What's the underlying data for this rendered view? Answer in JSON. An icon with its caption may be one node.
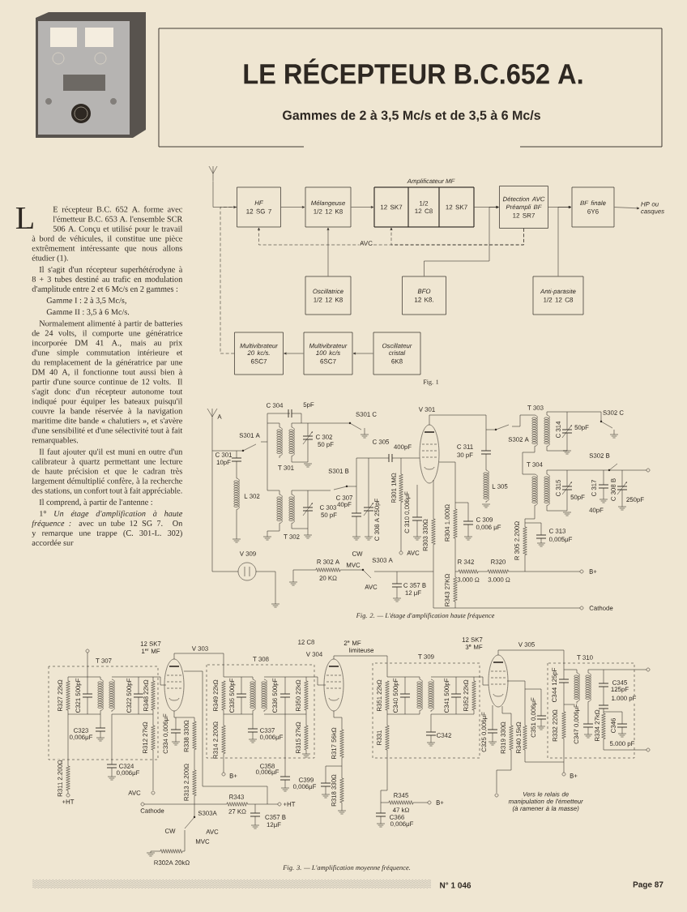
{
  "diagram": {
    "title": "LE RÉCEPTEUR B.C.652 A.",
    "nodes": [
      {
        "text": [],
        "shape": "antenna"
      },
      {
        "text": [
          "HF",
          "12 SG 7"
        ]
      },
      {
        "text": [
          "Mélangeuse",
          "1/2 12 K8"
        ]
      },
      {
        "text": [
          "Amplificateur MF"
        ]
      },
      {
        "text": [
          "12 SK7"
        ],
        "in": 3
      },
      {
        "text": [
          "1/2 12 C8"
        ],
        "in": 3
      },
      {
        "text": [
          "12 SK7"
        ],
        "in": 3
      },
      {
        "text": [
          "Détection AVC",
          "Préampli BF",
          "12 SR7"
        ]
      },
      {
        "text": [
          "BF finale",
          "6Y6"
        ]
      },
      {
        "text": [
          "HP ou casques"
        ]
      },
      {
        "text": [
          "Oscillatrice",
          "1/2 12 K8"
        ]
      },
      {
        "text": [
          "BFO",
          "12 K8."
        ]
      },
      {
        "text": [
          "Anti-parasite",
          "1/2 12 C8"
        ]
      },
      {
        "text": [
          "Multivibrateur 20 kc/s.",
          "6SC7"
        ]
      },
      {
        "text": [
          "Multivibrateur 100 kc/s",
          "6SC7"
        ]
      },
      {
        "text": [
          "Oscillateur cristal",
          "6K8"
        ]
      }
    ],
    "edges": [
      {
        "from": 0,
        "to": 1,
        "arrow": "to"
      },
      {
        "from": 1,
        "to": 2,
        "arrow": "to"
      },
      {
        "from": 2,
        "to": 4,
        "arrow": "to"
      },
      {
        "from": 6,
        "to": 7,
        "arrow": "to"
      },
      {
        "from": 7,
        "to": 8,
        "arrow": "to"
      },
      {
        "from": 8,
        "to": 9,
        "arrow": "to"
      },
      {
        "from": 10,
        "to": 2,
        "arrow": "to"
      },
      {
        "from": 11,
        "to": 7,
        "arrow": "to"
      },
      {
        "from": 12,
        "to": 8,
        "arrow": "to"
      },
      {
        "from": 7,
        "to": 1,
        "arrow": "to",
        "style": "dashed",
        "label": "AVC"
      },
      {
        "from": 7,
        "to": 4,
        "arrow": "to",
        "style": "dashed"
      },
      {
        "from": 15,
        "to": 14,
        "arrow": "to"
      },
      {
        "from": 14,
        "to": 13,
        "arrow": "to"
      },
      {
        "from": 13,
        "to": 1,
        "arrow": "none",
        "style": "dashed"
      }
    ],
    "labels": [
      "Gammes de 2 à 3,5 Mc/s et de 3,5 à 6 Mc/s",
      "L",
      "E récepteur B.C. 652 A. forme avec l'émetteur B.C. 653 A. l'ensemble SCR 506 A. Conçu et utilisé pour le travail à bord de véhicules, il constitue une pièce extrêmement intéressante que nous allons étudier (1).",
      "Il s'agit d'un récepteur superhétérodyne à 8 + 3 tubes destiné au trafic en modulation d'amplitude entre 2 et 6 Mc/s en 2 gammes :",
      "Gamme I : 2 à 3,5 Mc/s,",
      "Gamme II : 3,5 à 6 Mc/s.",
      "Normalement alimenté à partir de batteries de 24 volts, il comporte une génératrice incorporée DM 41 A., mais au prix d'une simple commutation intérieure et du remplacement de la génératrice par une DM 40 A, il fonctionne tout aussi bien à partir d'une source continue de 12 volts. Il s'agit donc d'un récepteur autonome tout indiqué pour équiper les bateaux puisqu'il couvre la bande réservée à la navigation maritime dite bande « chalutiers », et s'avère d'une sensibilité et d'une sélectivité tout à fait remarquables.",
      "Il faut ajouter qu'il est muni en outre d'un calibrateur à quartz permettant une lecture de haute précision et que le cadran très largement démultiplié confère, à la recherche des stations, un confort tout à fait appréciable.",
      "Il comprend, à partir de l'antenne :",
      "1° *Un étage d'amplification à haute fréquence :* avec un tube 12 SG 7. On y remarque une trappe (C. 301-L. 302) accordée sur",
      "Fig. 1",
      "A",
      "C 304",
      "5pF",
      "S301 C",
      "V 301",
      "T 303",
      "S302 C",
      "S301 A",
      "C 302",
      "50 pF",
      "C 301",
      "10pF",
      "T 301",
      "C 305",
      "400pF",
      "C 311",
      "30 pF",
      "S302 A",
      "S302 B",
      "T 304",
      "S301 B",
      "L 302",
      "C 307",
      "40pF",
      "R301 1MΩ",
      "L 305",
      "C 314",
      "50pF",
      "C 315",
      "50pF",
      "C 317",
      "40pF",
      "C 308 B",
      "250pF",
      "C 303",
      "50 pF",
      "C 308 A 250pF",
      "C 310 0,006μF",
      "R303 330Ω",
      "R304 1.000Ω",
      "C 309",
      "0,006 μF",
      "T 302",
      "R 305 2.200Ω",
      "C 313",
      "0,005μF",
      "V 309",
      "CW",
      "AVC",
      "S303 A",
      "MVC",
      "R 302 A",
      "20 KΩ",
      "R 342",
      "3.000 Ω",
      "R320",
      "3.000 Ω",
      "B+",
      "AVC",
      "C 357 B",
      "12 μF",
      "R343 27KΩ",
      "Cathode",
      "Fig. 2. — L'étage d'amplification haute fréquence",
      "12 SK7",
      "1$^{er}$ MF",
      "V 303",
      "12 C8",
      "V 304",
      "2$^{e}$ MF",
      "limiteuse",
      "12 SK7",
      "3$^{e}$ MF",
      "V 305",
      "T 307",
      "T 308",
      "T 309",
      "T 310",
      "R327 22kΩ",
      "C321 500pF",
      "C322 500pF",
      "R348 22kΩ",
      "R349 22kΩ",
      "C335 500pF",
      "C336 500pF",
      "R350 22kΩ",
      "R351 22kΩ",
      "C340 500pF",
      "C341 500pF",
      "R352 22kΩ",
      "C344 125pF",
      "C345",
      "125pF",
      "C323",
      "0,006μF",
      "R312 27kΩ",
      "C334 0,006μF",
      "R338 330Ω",
      "C337",
      "0,006μF",
      "R315 27kΩ",
      "R317 56kΩ",
      "R331",
      "C342",
      "C325 0,006μF",
      "R319 330Ω",
      "R340 15kΩ",
      "C351 0,006μF",
      "1.000 pF",
      "R332 220Ω",
      "C347 0,006μF",
      "R334 27kΩ",
      "C346",
      "5.000 pF",
      "R314 2.200Ω",
      "C324",
      "0,006μF",
      "C358",
      "0,006μF",
      "R311 2.200Ω",
      "R313 2.200Ω",
      "B+",
      "C399",
      "0,006μF",
      "B+",
      "R318 330Ω",
      "AVC",
      "+HT",
      "R343",
      "27 KΩ",
      "+HT",
      "R345",
      "47 kΩ",
      "B+",
      "Vers le relais de manipulation de l'émetteur (à ramener à la masse)",
      "Cathode",
      "S303A",
      "C366",
      "0,006μF",
      "C357 B",
      "12μF",
      "CW",
      "MVC",
      "AVC",
      "R302A 20kΩ",
      "Fig. 3. — L'amplification moyenne fréquence.",
      "N° 1 046",
      "Page 87"
    ]
  }
}
